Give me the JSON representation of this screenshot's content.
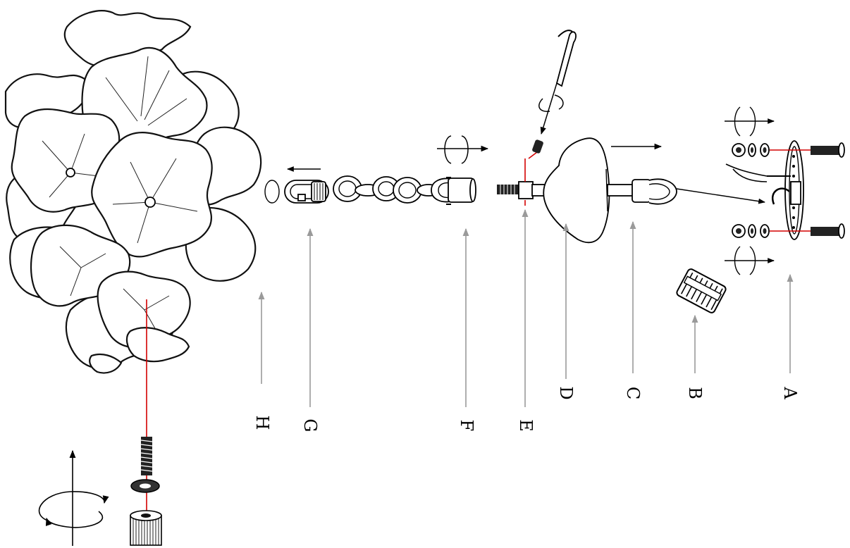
{
  "labels": {
    "a": "A",
    "b": "B",
    "c": "C",
    "d": "D",
    "e": "E",
    "f": "F",
    "g": "G",
    "h": "H"
  },
  "colors": {
    "line": "#000000",
    "leader": "#9a9a9a",
    "screw_axis": "#d40000",
    "background": "#ffffff"
  },
  "icons": [
    "rotate-arrow-icon",
    "up-arrow-icon",
    "screwdriver-icon"
  ]
}
